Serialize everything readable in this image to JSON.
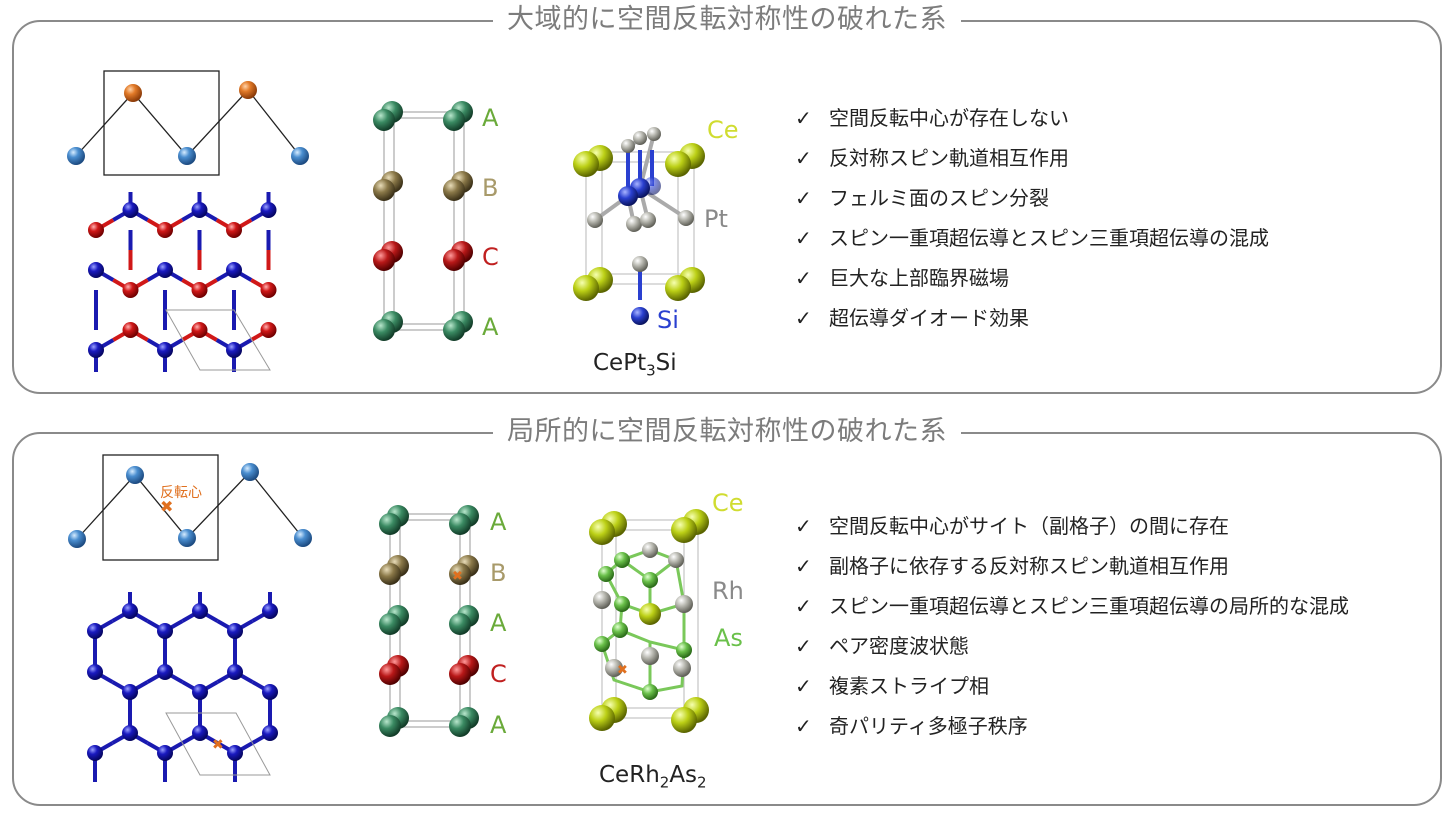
{
  "panels": [
    {
      "title": "大域的に空間反転対称性の破れた系",
      "stack_labels": [
        "A",
        "B",
        "C",
        "A"
      ],
      "compound": {
        "text": "CePt",
        "sub1": "3",
        "text2": "Si",
        "sub2": ""
      },
      "atom_labels": {
        "ce": "Ce",
        "pt": "Pt",
        "si": "Si"
      },
      "features": [
        "空間反転中心が存在しない",
        "反対称スピン軌道相互作用",
        "フェルミ面のスピン分裂",
        "スピン一重項超伝導とスピン三重項超伝導の混成",
        "巨大な上部臨界磁場",
        "超伝導ダイオード効果"
      ]
    },
    {
      "title": "局所的に空間反転対称性の破れた系",
      "inversion_center_label": "反転心",
      "stack_labels": [
        "A",
        "B",
        "A",
        "C",
        "A"
      ],
      "compound": {
        "text": "CeRh",
        "sub1": "2",
        "text2": "As",
        "sub2": "2"
      },
      "atom_labels": {
        "ce": "Ce",
        "rh": "Rh",
        "as": "As"
      },
      "features": [
        "空間反転中心がサイト（副格子）の間に存在",
        "副格子に依存する反対称スピン軌道相互作用",
        "スピン一重項超伝導とスピン三重項超伝導の局所的な混成",
        "ペア密度波状態",
        "複素ストライプ相",
        "奇パリティ多極子秩序"
      ]
    }
  ],
  "colors": {
    "frame": "#8a8a8a",
    "title": "#7c7c7c",
    "orange_atom": "#e07a2a",
    "blue_atom": "#4a8ed0",
    "lattice_blue": "#1a1ab0",
    "lattice_red": "#d01818",
    "layer_A": "#6aaa3a",
    "layer_B": "#a89a6a",
    "layer_C": "#c02020",
    "ce": "#c8d820",
    "pt": "#8a8a8a",
    "si": "#2a40d0",
    "rh": "#8a8a8a",
    "as": "#6ac04a",
    "inversion_mark": "#e0701f"
  }
}
